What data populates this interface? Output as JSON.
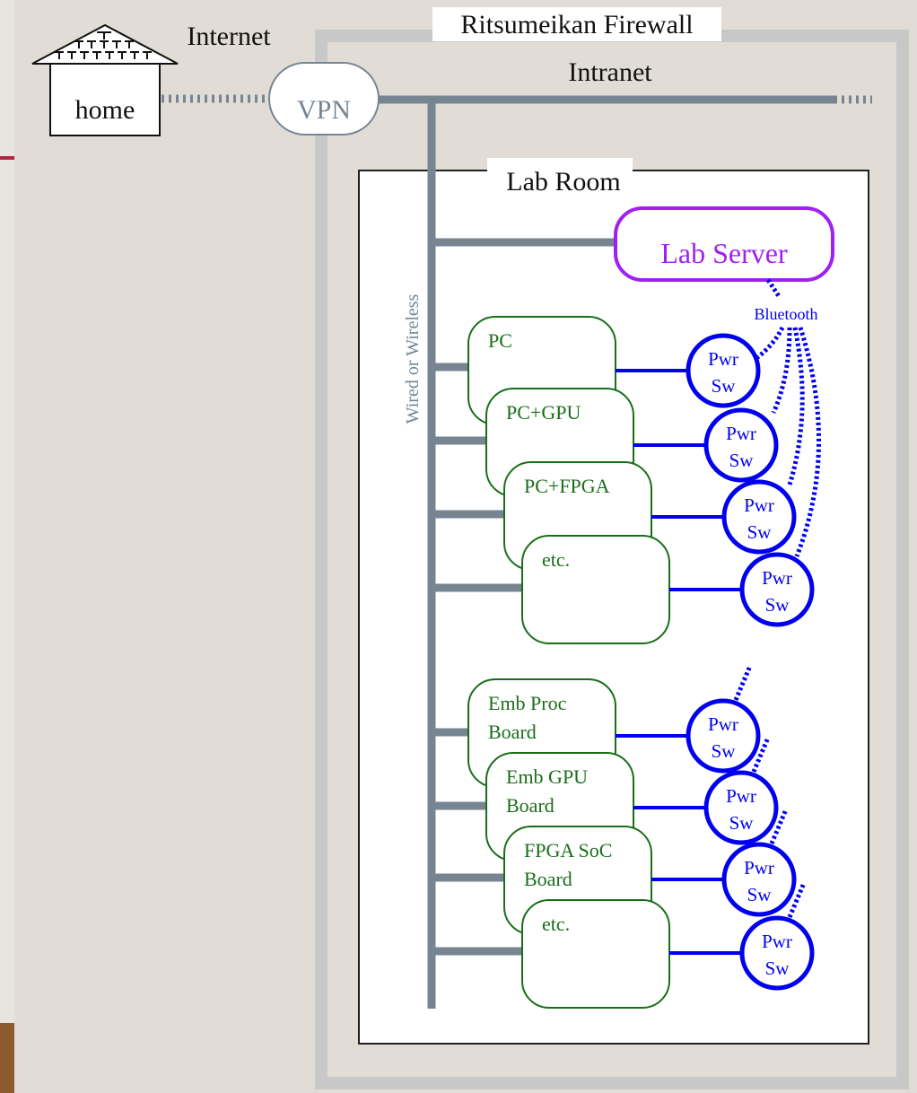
{
  "labels": {
    "internet": "Internet",
    "home": "home",
    "vpn": "VPN",
    "firewall": "Ritsumeikan Firewall",
    "intranet": "Intranet",
    "lab_room": "Lab Room",
    "lab_server": "Lab Server",
    "bluetooth": "Bluetooth",
    "bus": "Wired or Wireless"
  },
  "pc_group": [
    {
      "lines": [
        "PC"
      ]
    },
    {
      "lines": [
        "PC+GPU"
      ]
    },
    {
      "lines": [
        "PC+FPGA"
      ]
    },
    {
      "lines": [
        "etc."
      ]
    }
  ],
  "board_group": [
    {
      "lines": [
        "Emb Proc",
        "Board"
      ]
    },
    {
      "lines": [
        "Emb GPU",
        "Board"
      ]
    },
    {
      "lines": [
        "FPGA SoC",
        "Board"
      ]
    },
    {
      "lines": [
        "etc."
      ]
    }
  ],
  "power_switch": {
    "line1": "Pwr",
    "line2": "Sw"
  },
  "colors": {
    "background": "#e1ddd6",
    "firewall_border": "#c8c8c8",
    "network_line": "#778592",
    "device_green": "#1a6e1a",
    "power_blue": "#0000ee",
    "server_purple": "#a020f0",
    "accent_red": "#b2283c"
  }
}
